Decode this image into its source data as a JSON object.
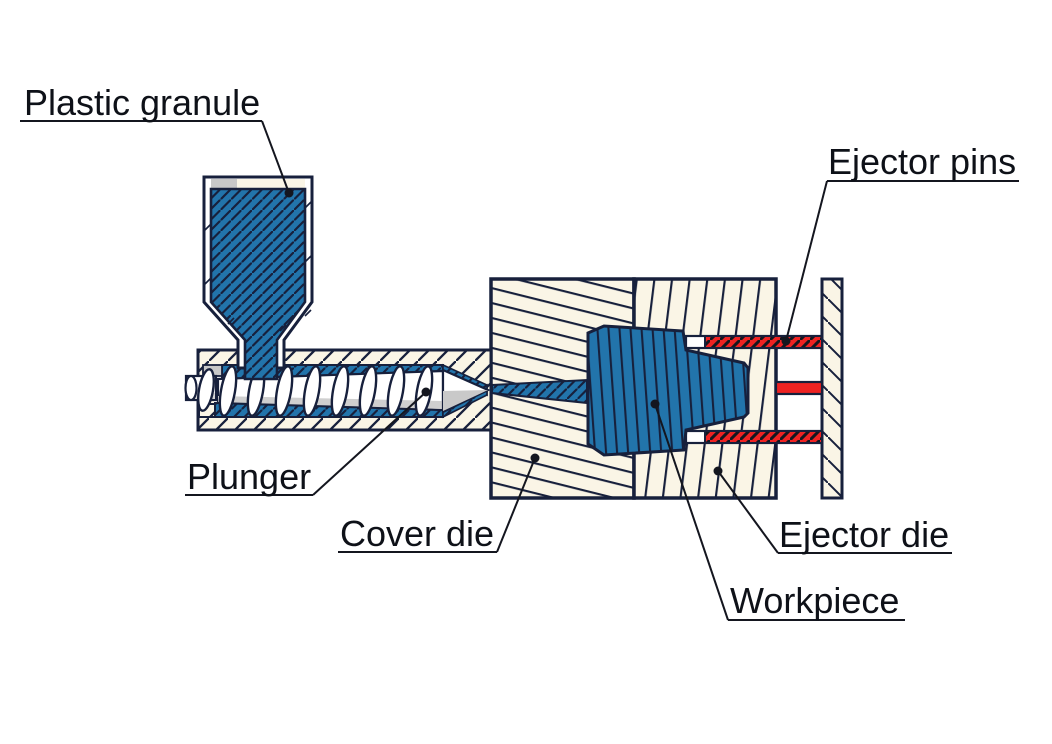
{
  "figure": {
    "type": "technical-diagram",
    "subject": "plastic injection molding machine cross-section"
  },
  "labels": {
    "plastic_granule": "Plastic granule",
    "ejector_pins": "Ejector pins",
    "plunger": "Plunger",
    "cover_die": "Cover die",
    "ejector_die": "Ejector die",
    "workpiece": "Workpiece"
  },
  "colors": {
    "plastic_blue": "#2274ab",
    "die_cream": "#faf5e6",
    "outline_navy": "#17203c",
    "pin_red": "#ee2222",
    "metal_gray": "#c8c8c8",
    "ink": "#14161f",
    "background": "#ffffff"
  }
}
